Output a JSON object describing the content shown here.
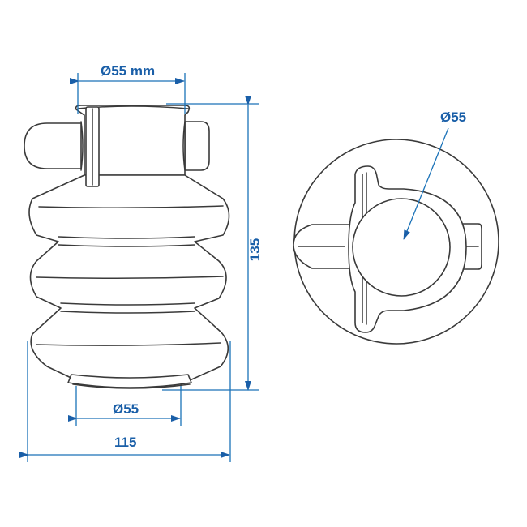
{
  "figure": {
    "type": "technical drawing",
    "subject": "rubber bellows / protective boot",
    "line_color": "#3a3a3a",
    "dimension_color": "#1a5fa8"
  },
  "side_view": {
    "dimensions": {
      "top_diameter": "Ø55 mm",
      "height": "135",
      "bottom_diameter": "Ø55",
      "overall_width": "115"
    }
  },
  "top_view": {
    "dimensions": {
      "inner_diameter": "Ø55"
    }
  }
}
